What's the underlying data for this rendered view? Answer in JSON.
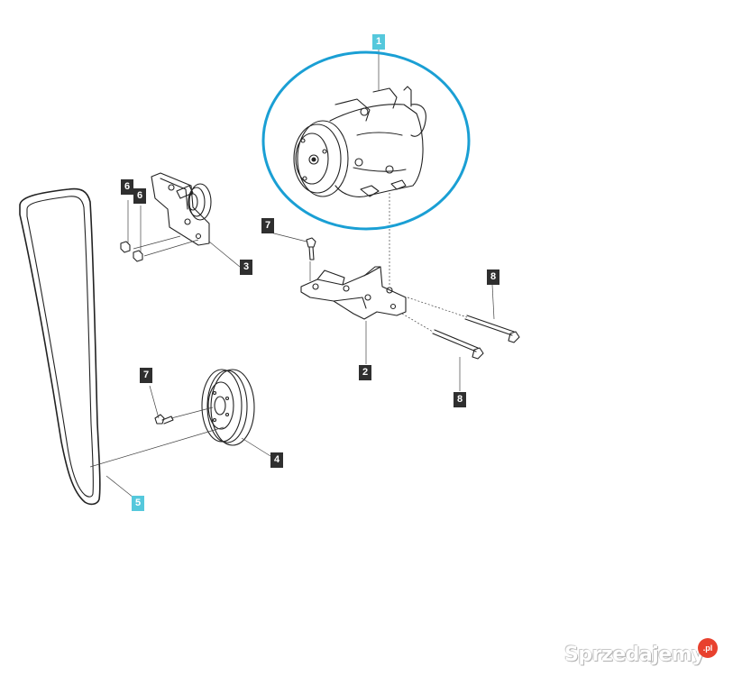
{
  "callouts": {
    "c1": "1",
    "c2": "2",
    "c3": "3",
    "c4": "4",
    "c5": "5",
    "c6a": "6",
    "c6b": "6",
    "c7a": "7",
    "c7b": "7",
    "c8a": "8",
    "c8b": "8"
  },
  "watermark": {
    "text": "Sprzedajemy",
    "badge": ".pl"
  },
  "colors": {
    "callout_dark": "#2f2f2f",
    "callout_highlight": "#55c8dc",
    "highlight_ring": "#1a9fd4",
    "line_art": "#222222"
  }
}
